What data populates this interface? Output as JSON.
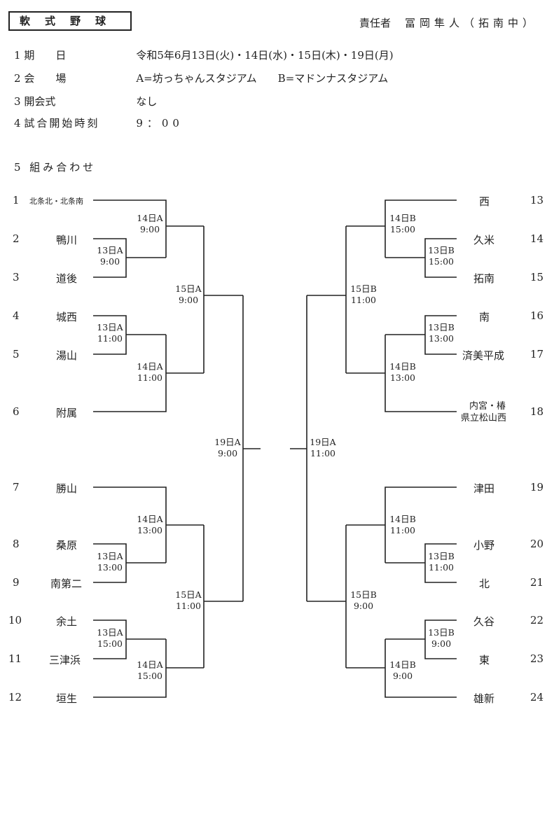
{
  "header": {
    "sport": "軟式野球",
    "responsible_label": "責任者",
    "responsible_name": "冨岡隼人（拓南中）"
  },
  "info": [
    {
      "num": "1",
      "label": "期　　日",
      "value": "令和5年6月13日(火)・14日(水)・15日(木)・19日(月)"
    },
    {
      "num": "2",
      "label": "会　　場",
      "value": "A=坊っちゃんスタジアム　　B=マドンナスタジアム"
    },
    {
      "num": "3",
      "label": "開会式",
      "value": "なし"
    },
    {
      "num": "4",
      "label": "試合開始時刻",
      "value": "9：00"
    }
  ],
  "section5": "5 組み合わせ",
  "left_teams": [
    {
      "num": "1",
      "name": "北条北・北条南"
    },
    {
      "num": "2",
      "name": "鴨川"
    },
    {
      "num": "3",
      "name": "道後"
    },
    {
      "num": "4",
      "name": "城西"
    },
    {
      "num": "5",
      "name": "湯山"
    },
    {
      "num": "6",
      "name": "附属"
    },
    {
      "num": "7",
      "name": "勝山"
    },
    {
      "num": "8",
      "name": "桑原"
    },
    {
      "num": "9",
      "name": "南第二"
    },
    {
      "num": "10",
      "name": "余土"
    },
    {
      "num": "11",
      "name": "三津浜"
    },
    {
      "num": "12",
      "name": "垣生"
    }
  ],
  "right_teams": [
    {
      "num": "13",
      "name": "西"
    },
    {
      "num": "14",
      "name": "久米"
    },
    {
      "num": "15",
      "name": "拓南"
    },
    {
      "num": "16",
      "name": "南"
    },
    {
      "num": "17",
      "name": "済美平成"
    },
    {
      "num": "18",
      "name": "内宮・椿",
      "name2": "県立松山西"
    },
    {
      "num": "19",
      "name": "津田"
    },
    {
      "num": "20",
      "name": "小野"
    },
    {
      "num": "21",
      "name": "北"
    },
    {
      "num": "22",
      "name": "久谷"
    },
    {
      "num": "23",
      "name": "東"
    },
    {
      "num": "24",
      "name": "雄新"
    }
  ],
  "games": {
    "L_13A_0900": {
      "day": "13日A",
      "time": "9:00"
    },
    "L_13A_1100": {
      "day": "13日A",
      "time": "11:00"
    },
    "L_13A_1300": {
      "day": "13日A",
      "time": "13:00"
    },
    "L_13A_1500": {
      "day": "13日A",
      "time": "15:00"
    },
    "L_14A_0900": {
      "day": "14日A",
      "time": "9:00"
    },
    "L_14A_1100": {
      "day": "14日A",
      "time": "11:00"
    },
    "L_14A_1300": {
      "day": "14日A",
      "time": "13:00"
    },
    "L_14A_1500": {
      "day": "14日A",
      "time": "15:00"
    },
    "L_15A_0900": {
      "day": "15日A",
      "time": "9:00"
    },
    "L_15A_1100": {
      "day": "15日A",
      "time": "11:00"
    },
    "L_19A_0900": {
      "day": "19日A",
      "time": "9:00"
    },
    "R_19A_1100": {
      "day": "19日A",
      "time": "11:00"
    },
    "R_15B_1100": {
      "day": "15日B",
      "time": "11:00"
    },
    "R_15B_0900": {
      "day": "15日B",
      "time": "9:00"
    },
    "R_14B_1500": {
      "day": "14日B",
      "time": "15:00"
    },
    "R_14B_1300": {
      "day": "14日B",
      "time": "13:00"
    },
    "R_14B_1100": {
      "day": "14日B",
      "time": "11:00"
    },
    "R_14B_0900": {
      "day": "14日B",
      "time": "9:00"
    },
    "R_13B_1500": {
      "day": "13日B",
      "time": "15:00"
    },
    "R_13B_1300": {
      "day": "13日B",
      "time": "13:00"
    },
    "R_13B_1100": {
      "day": "13日B",
      "time": "11:00"
    },
    "R_13B_0900": {
      "day": "13日B",
      "time": "9:00"
    }
  }
}
